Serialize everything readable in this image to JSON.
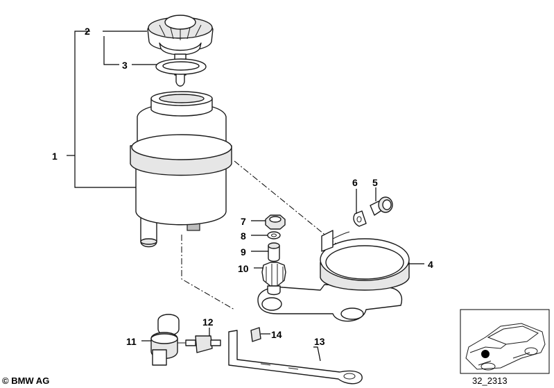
{
  "callouts": {
    "c1": "1",
    "c2": "2",
    "c3": "3",
    "c4": "4",
    "c5": "5",
    "c6": "6",
    "c7": "7",
    "c8": "8",
    "c9": "9",
    "c10": "10",
    "c11": "11",
    "c12": "12",
    "c13": "13",
    "c14": "14"
  },
  "footer": {
    "copyright": "© BMW AG",
    "diagram_code": "32_2313"
  },
  "colors": {
    "line": "#1a1a1a",
    "shade": "#e6e6e6",
    "marker": "#000000"
  }
}
